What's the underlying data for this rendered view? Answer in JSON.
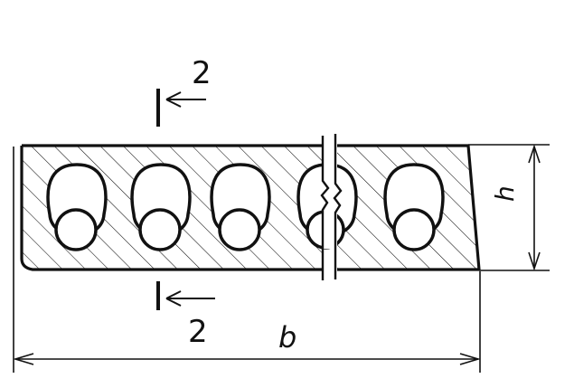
{
  "labels": {
    "section_top": "2",
    "section_bottom": "2",
    "height": "h",
    "width": "b"
  },
  "colors": {
    "ink": "#111111",
    "paper": "#ffffff"
  },
  "cavities": {
    "count": 5
  }
}
